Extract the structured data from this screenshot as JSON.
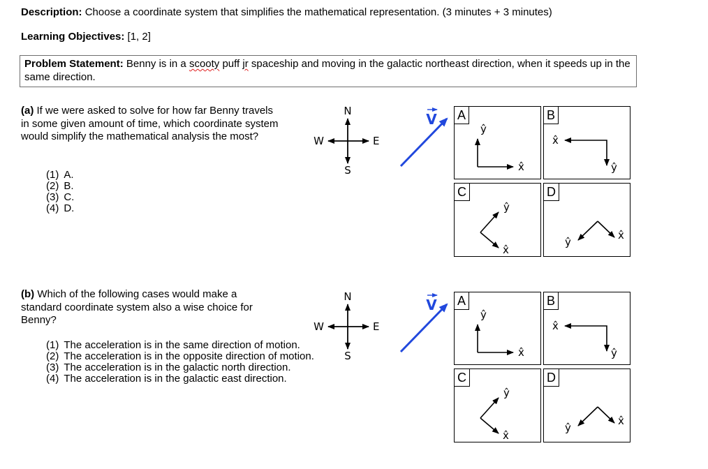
{
  "header": {
    "description_label": "Description:",
    "description_text": "Choose a coordinate system that simplifies the mathematical representation.  (3 minutes + 3 minutes)",
    "objectives_label": "Learning Objectives:",
    "objectives_text": "[1, 2]"
  },
  "problem": {
    "label": "Problem Statement:",
    "text_before": "Benny is in a",
    "misspelled_word_1": "scooty",
    "text_mid": "puff",
    "misspelled_word_2": "jr",
    "text_after": "spaceship and moving in the galactic northeast direction, when it speeds up in the same direction."
  },
  "part_a": {
    "label": "(a)",
    "question": "If we were asked to solve for how far Benny travels in some given amount of time, which coordinate system would simplify the mathematical analysis the most?",
    "options": [
      {
        "num": "(1)",
        "text": "A."
      },
      {
        "num": "(2)",
        "text": "B."
      },
      {
        "num": "(3)",
        "text": "C."
      },
      {
        "num": "(4)",
        "text": "D."
      }
    ]
  },
  "part_b": {
    "label": "(b)",
    "question": "Which of the following cases would make a standard coordinate system also a wise choice for Benny?",
    "options": [
      {
        "num": "(1)",
        "text": "The acceleration is in the same direction of motion."
      },
      {
        "num": "(2)",
        "text": "The acceleration is in the opposite direction of motion."
      },
      {
        "num": "(3)",
        "text": "The acceleration is in the galactic north direction."
      },
      {
        "num": "(4)",
        "text": "The acceleration is in the galactic east direction."
      }
    ]
  },
  "compass": {
    "north": "N",
    "south": "S",
    "west": "W",
    "east": "E"
  },
  "vector": {
    "label": "V",
    "color": "#2148dd"
  },
  "axes": {
    "x": "x̂",
    "y": "ŷ"
  },
  "coordinate_systems": [
    {
      "letter": "A",
      "x_direction": "east",
      "y_direction": "north"
    },
    {
      "letter": "B",
      "x_direction": "west",
      "y_direction": "south"
    },
    {
      "letter": "C",
      "x_direction": "southeast",
      "y_direction": "northeast"
    },
    {
      "letter": "D",
      "x_direction": "southeast",
      "y_direction": "southwest"
    }
  ]
}
